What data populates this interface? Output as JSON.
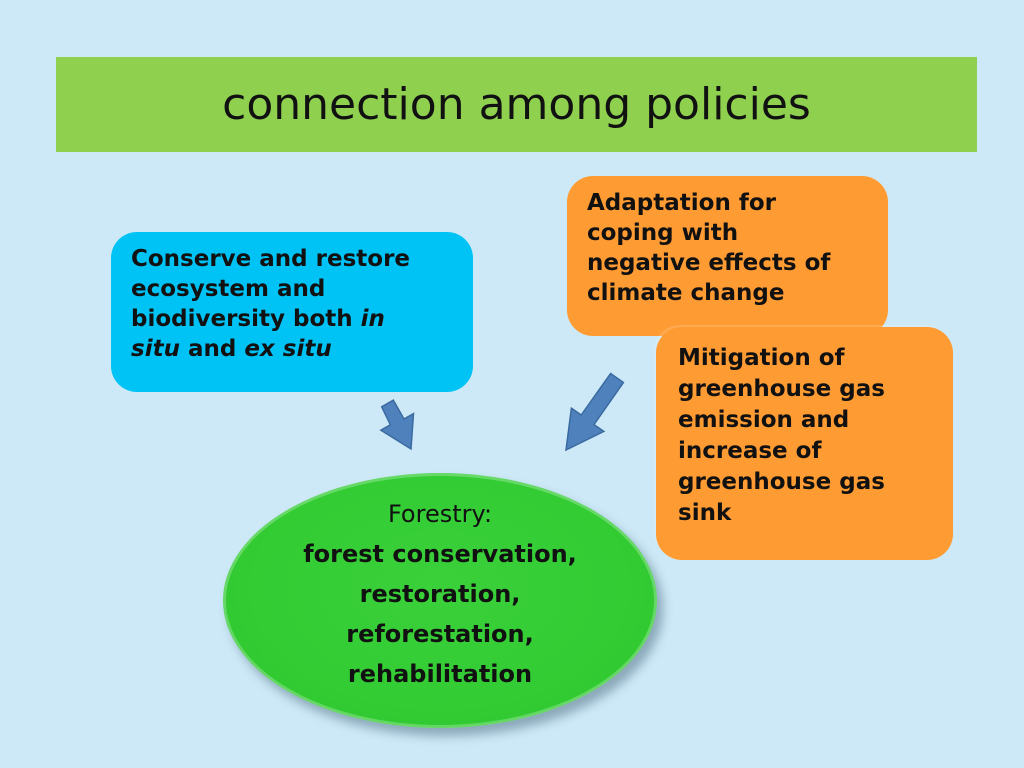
{
  "slide": {
    "title": "connection among policies"
  },
  "boxes": {
    "conserve": {
      "line1": "Conserve and restore",
      "line2": "ecosystem and",
      "line3_plain": "biodiversity both ",
      "line3_italic": "in",
      "line4_italic1": "situ",
      "line4_plain": " and ",
      "line4_italic2": "ex situ"
    },
    "adaptation": {
      "lines": [
        "Adaptation for",
        "coping with",
        "negative effects of",
        "climate change"
      ]
    },
    "mitigation": {
      "lines": [
        "Mitigation of",
        "greenhouse gas",
        "emission and",
        "increase of",
        "greenhouse gas",
        "sink"
      ]
    },
    "forestry": {
      "lines": [
        "Forestry:",
        "forest conservation,",
        "restoration,",
        "reforestation,",
        "rehabilitation"
      ]
    }
  },
  "colors": {
    "background": "#cde9f7",
    "title_bar": "#8fd14f",
    "conserve_box": "#00c3f5",
    "orange_boxes": "#ff9b33",
    "forestry_ellipse": "#33cc33",
    "arrows": "#4f81bd"
  }
}
